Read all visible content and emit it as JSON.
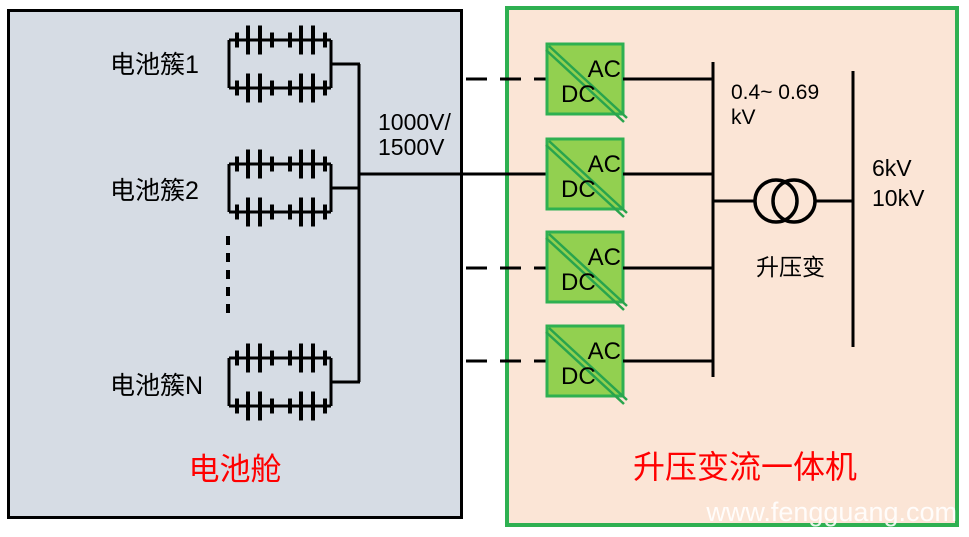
{
  "battery_compartment": {
    "title": "电池舱",
    "clusters": [
      {
        "label": "电池簇1"
      },
      {
        "label": "电池簇2"
      },
      {
        "label": "电池簇N"
      }
    ],
    "dc_voltage_line1": "1000V/",
    "dc_voltage_line2": "1500V"
  },
  "converter_unit": {
    "title": "升压变流一体机",
    "converters": [
      {
        "ac": "AC",
        "dc": "DC"
      },
      {
        "ac": "AC",
        "dc": "DC"
      },
      {
        "ac": "AC",
        "dc": "DC"
      },
      {
        "ac": "AC",
        "dc": "DC"
      }
    ],
    "lv_voltage_line1": "0.4~ 0.69",
    "lv_voltage_line2": "kV",
    "transformer_label": "升压变",
    "hv_voltage_line1": "6kV",
    "hv_voltage_line2": "10kV"
  },
  "watermark": "www.fengguang.com",
  "colors": {
    "battery_panel_bg": "#D6DCE4",
    "converter_panel_bg": "#FBE5D6",
    "green_accent": "#2EB051",
    "converter_fill": "#92D050",
    "wire": "#000000",
    "title_red": "#FF0000"
  }
}
